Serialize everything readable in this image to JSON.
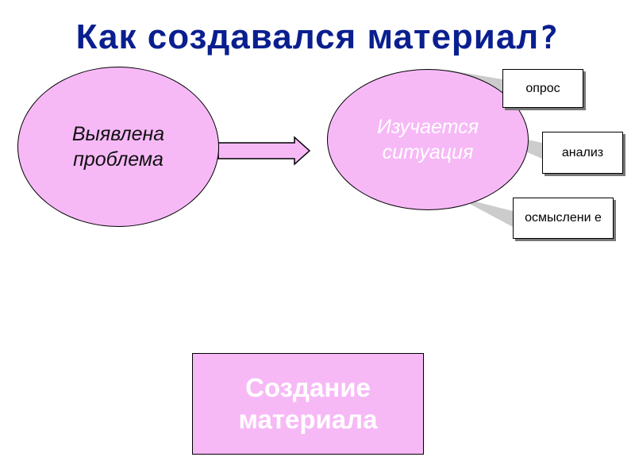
{
  "title": {
    "text": "Как создавался материал",
    "mark": "?"
  },
  "nodes": {
    "problem": "Выявлена проблема",
    "situation": "Изучается ситуация",
    "creation": "Создание материала"
  },
  "callouts": {
    "survey": "опрос",
    "analysis": "анализ",
    "reflection": "осмыслени е"
  },
  "colors": {
    "title": "#0a1f8f",
    "node_fill": "#f6b9f6",
    "stroke": "#000000"
  }
}
